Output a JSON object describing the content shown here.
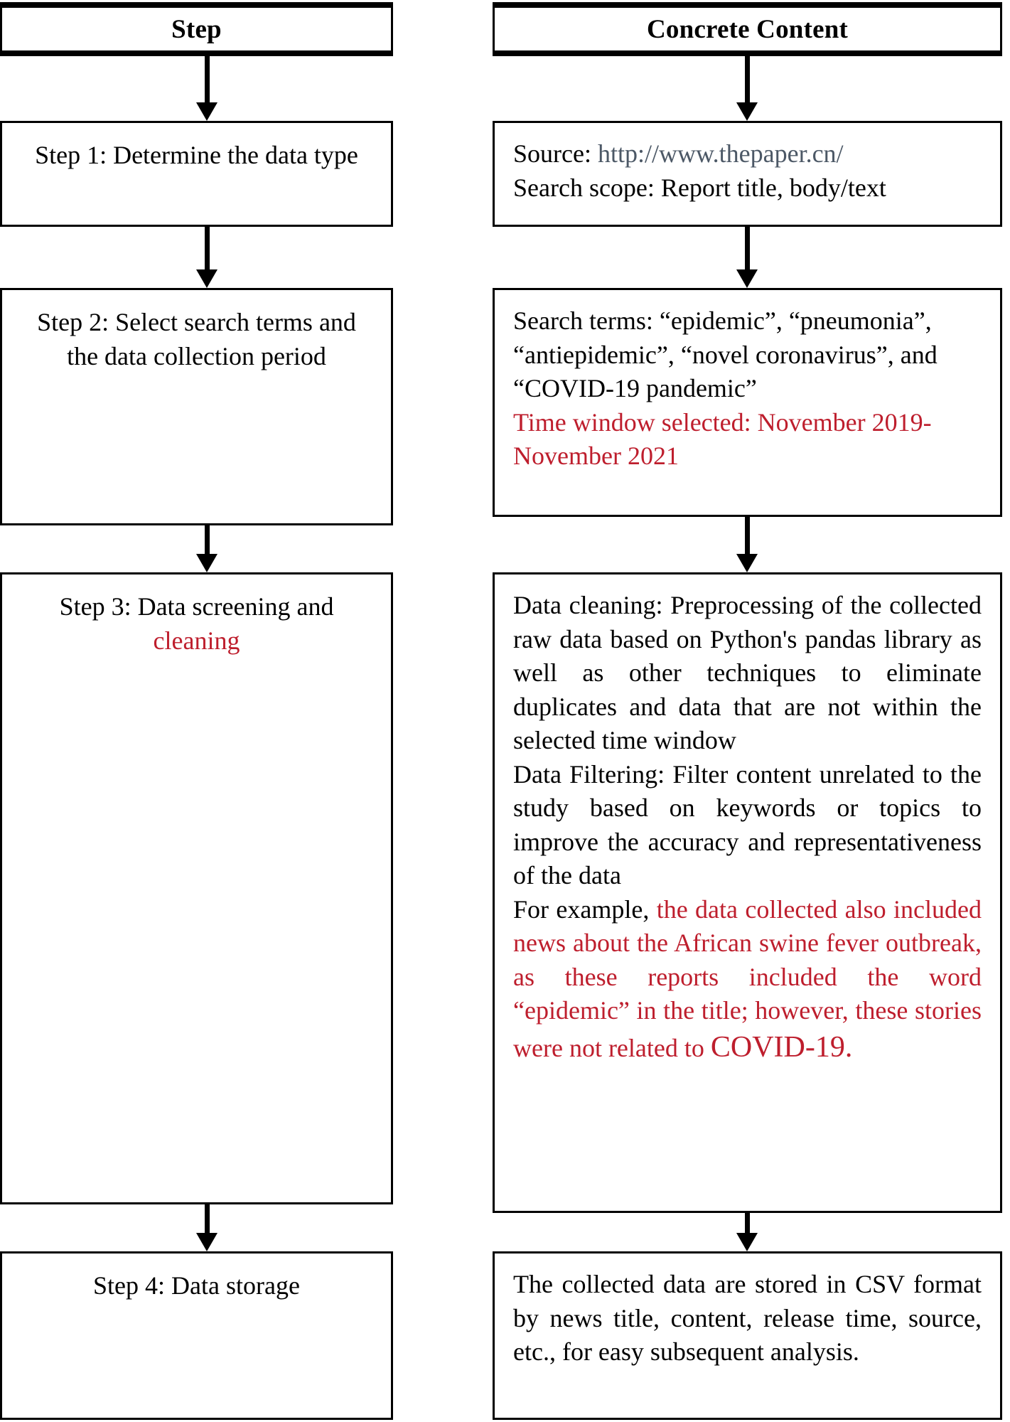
{
  "headers": {
    "step": "Step",
    "content": "Concrete Content"
  },
  "steps": [
    {
      "id": "step-1",
      "label": "Step 1: Determine the data type"
    },
    {
      "id": "step-2",
      "label": "Step 2: Select search terms and the data collection period"
    },
    {
      "id": "step-3",
      "label_black": "Step 3: Data screening and",
      "label_red": "cleaning"
    },
    {
      "id": "step-4",
      "label": "Step 4: Data storage"
    }
  ],
  "content": {
    "box1": {
      "source_label": "Source:",
      "source_url": "http://www.thepaper.cn/",
      "scope_line": "Search scope: Report title, body/text"
    },
    "box2": {
      "search_terms": "Search terms: “epidemic”, “pneumonia”, “antiepidemic”, “novel coronavirus”, and “COVID-19 pandemic”",
      "time_window": "Time window selected: November 2019-November 2021"
    },
    "box3": {
      "cleaning": "Data cleaning: Preprocessing of the collected raw data based on Python's pandas library as well as other techniques to eliminate duplicates and data that are not within the selected time window",
      "filtering": "Data Filtering: Filter content unrelated to the study based on keywords or topics to improve the accuracy and representativeness of the data",
      "example_black": "For example,",
      "example_red": "the data collected also included news about the African swine fever outbreak, as these reports included the word “epidemic” in the title; however, these stories were not related to",
      "example_red_big": "COVID-19."
    },
    "box4": {
      "storage": "The collected data are stored in CSV format by news title, content, release time, source, etc., for easy subsequent analysis."
    }
  },
  "colors": {
    "accent_red": "#BE1E2D",
    "url_slate": "#4C5866",
    "border": "#000000",
    "background": "#FFFFFF"
  }
}
